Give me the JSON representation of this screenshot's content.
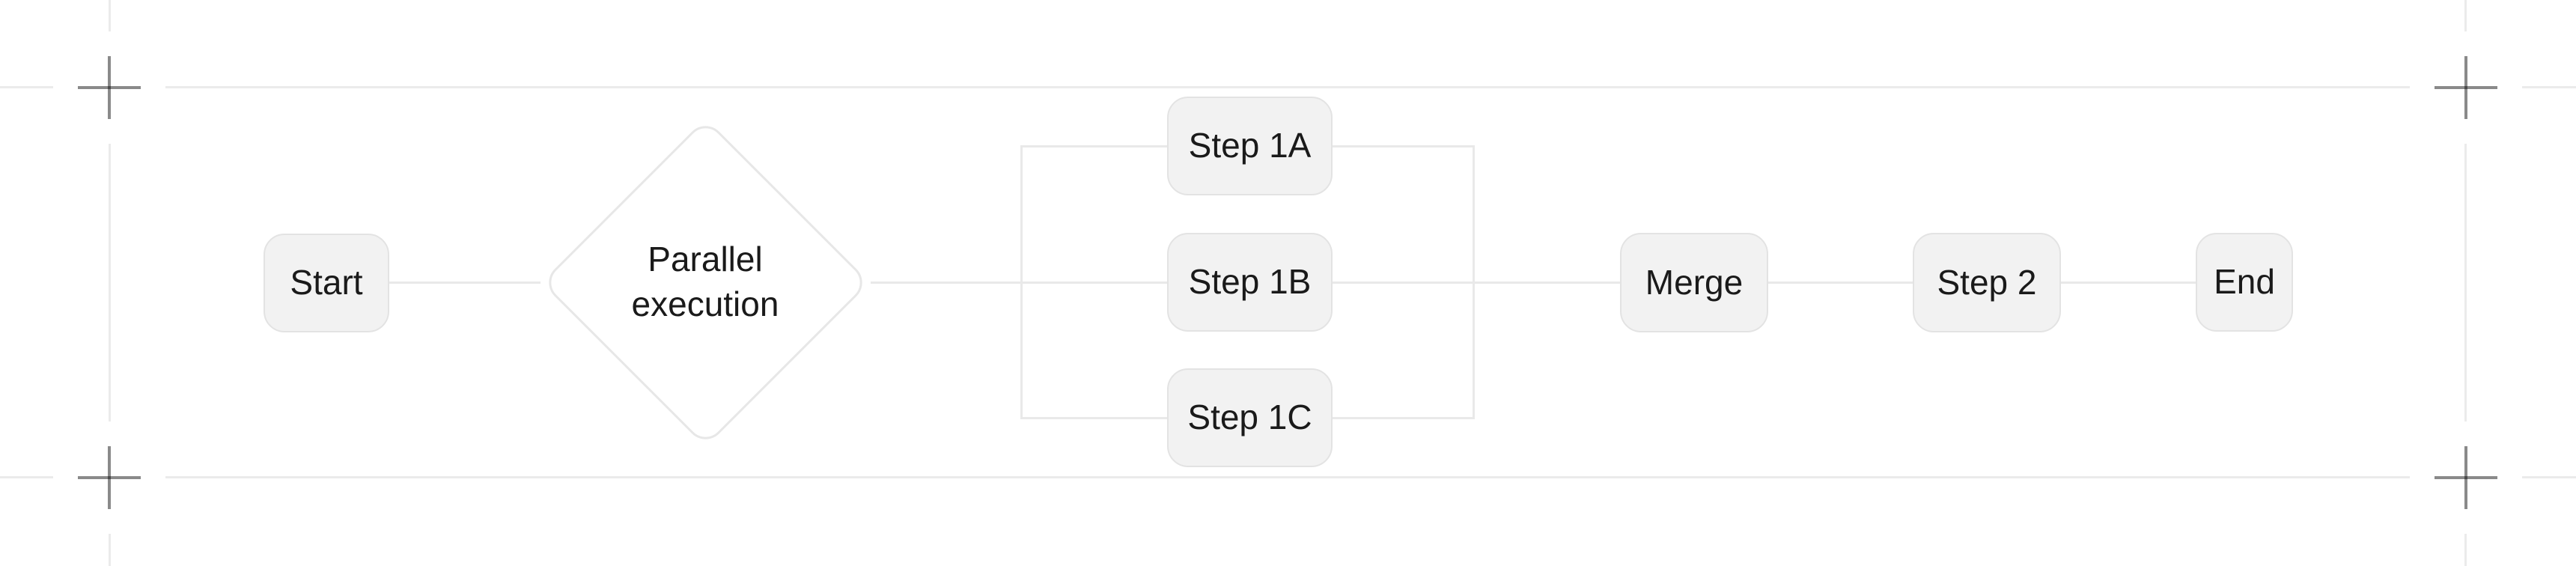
{
  "colors": {
    "node-fill": "#f2f2f2",
    "node-border": "#e3e3e3",
    "node-text": "#1a1a1a",
    "connector": "#e9e9e9",
    "guide": "#ebebeb",
    "diamond-border": "#e7e7e7",
    "diamond-fill": "#ffffff",
    "canvas-bg": "#ffffff",
    "crop-mark": "#8a8a8a"
  },
  "flowchart": {
    "nodes": {
      "start": {
        "label": "Start",
        "shape": "rounded-rect"
      },
      "parallel": {
        "label": "Parallel execution",
        "shape": "diamond"
      },
      "step1a": {
        "label": "Step 1A",
        "shape": "rounded-rect"
      },
      "step1b": {
        "label": "Step 1B",
        "shape": "rounded-rect"
      },
      "step1c": {
        "label": "Step 1C",
        "shape": "rounded-rect"
      },
      "merge": {
        "label": "Merge",
        "shape": "rounded-rect"
      },
      "step2": {
        "label": "Step 2",
        "shape": "rounded-rect"
      },
      "end": {
        "label": "End",
        "shape": "rounded-rect"
      }
    },
    "edges": [
      {
        "from": "start",
        "to": "parallel"
      },
      {
        "from": "parallel",
        "to": "step1a"
      },
      {
        "from": "parallel",
        "to": "step1b"
      },
      {
        "from": "parallel",
        "to": "step1c"
      },
      {
        "from": "step1a",
        "to": "merge"
      },
      {
        "from": "step1b",
        "to": "merge"
      },
      {
        "from": "step1c",
        "to": "merge"
      },
      {
        "from": "merge",
        "to": "step2"
      },
      {
        "from": "step2",
        "to": "end"
      }
    ]
  }
}
